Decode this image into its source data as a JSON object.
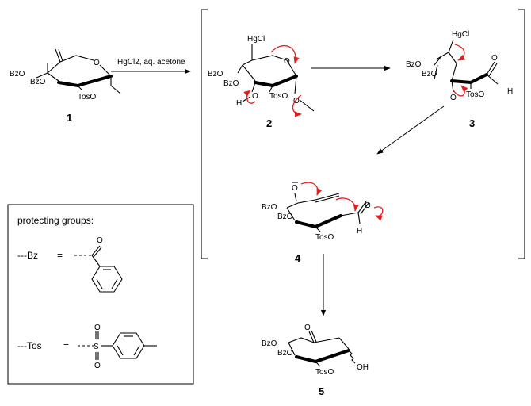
{
  "reagent": "HgCl2, aq. acetone",
  "compounds": {
    "c1": {
      "number": "1",
      "labels": {
        "bzo1": "BzO",
        "bzo2": "BzO",
        "toso": "TosO",
        "o_ring": "O"
      }
    },
    "c2": {
      "number": "2",
      "labels": {
        "hgcl": "HgCl",
        "bzo1": "BzO",
        "bzo2": "BzO",
        "toso": "TosO",
        "o_ring": "O",
        "h": "H",
        "oh_o": "O",
        "ome_o": "O"
      }
    },
    "c3": {
      "number": "3",
      "labels": {
        "hgcl": "HgCl",
        "bzo1": "BzO",
        "bzo2": "BzO",
        "toso": "TosO",
        "o_keto": "O",
        "o_ald": "O",
        "h": "H"
      }
    },
    "c4": {
      "number": "4",
      "labels": {
        "o_minus": "O",
        "bzo1": "BzO",
        "bzo2": "BzO",
        "toso": "TosO",
        "o_ald": "O",
        "h": "H"
      }
    },
    "c5": {
      "number": "5",
      "labels": {
        "bzo1": "BzO",
        "bzo2": "BzO",
        "toso": "TosO",
        "o_keto": "O",
        "oh": "OH"
      }
    }
  },
  "legend": {
    "title": "protecting groups:",
    "bz_label": "---Bz",
    "eq1": "=",
    "bz_o": "O",
    "tos_label": "---Tos",
    "eq2": "=",
    "tos_s": "S",
    "tos_o1": "O",
    "tos_o2": "O"
  },
  "colors": {
    "arrow_push": "#e02020",
    "ink": "#000000"
  }
}
